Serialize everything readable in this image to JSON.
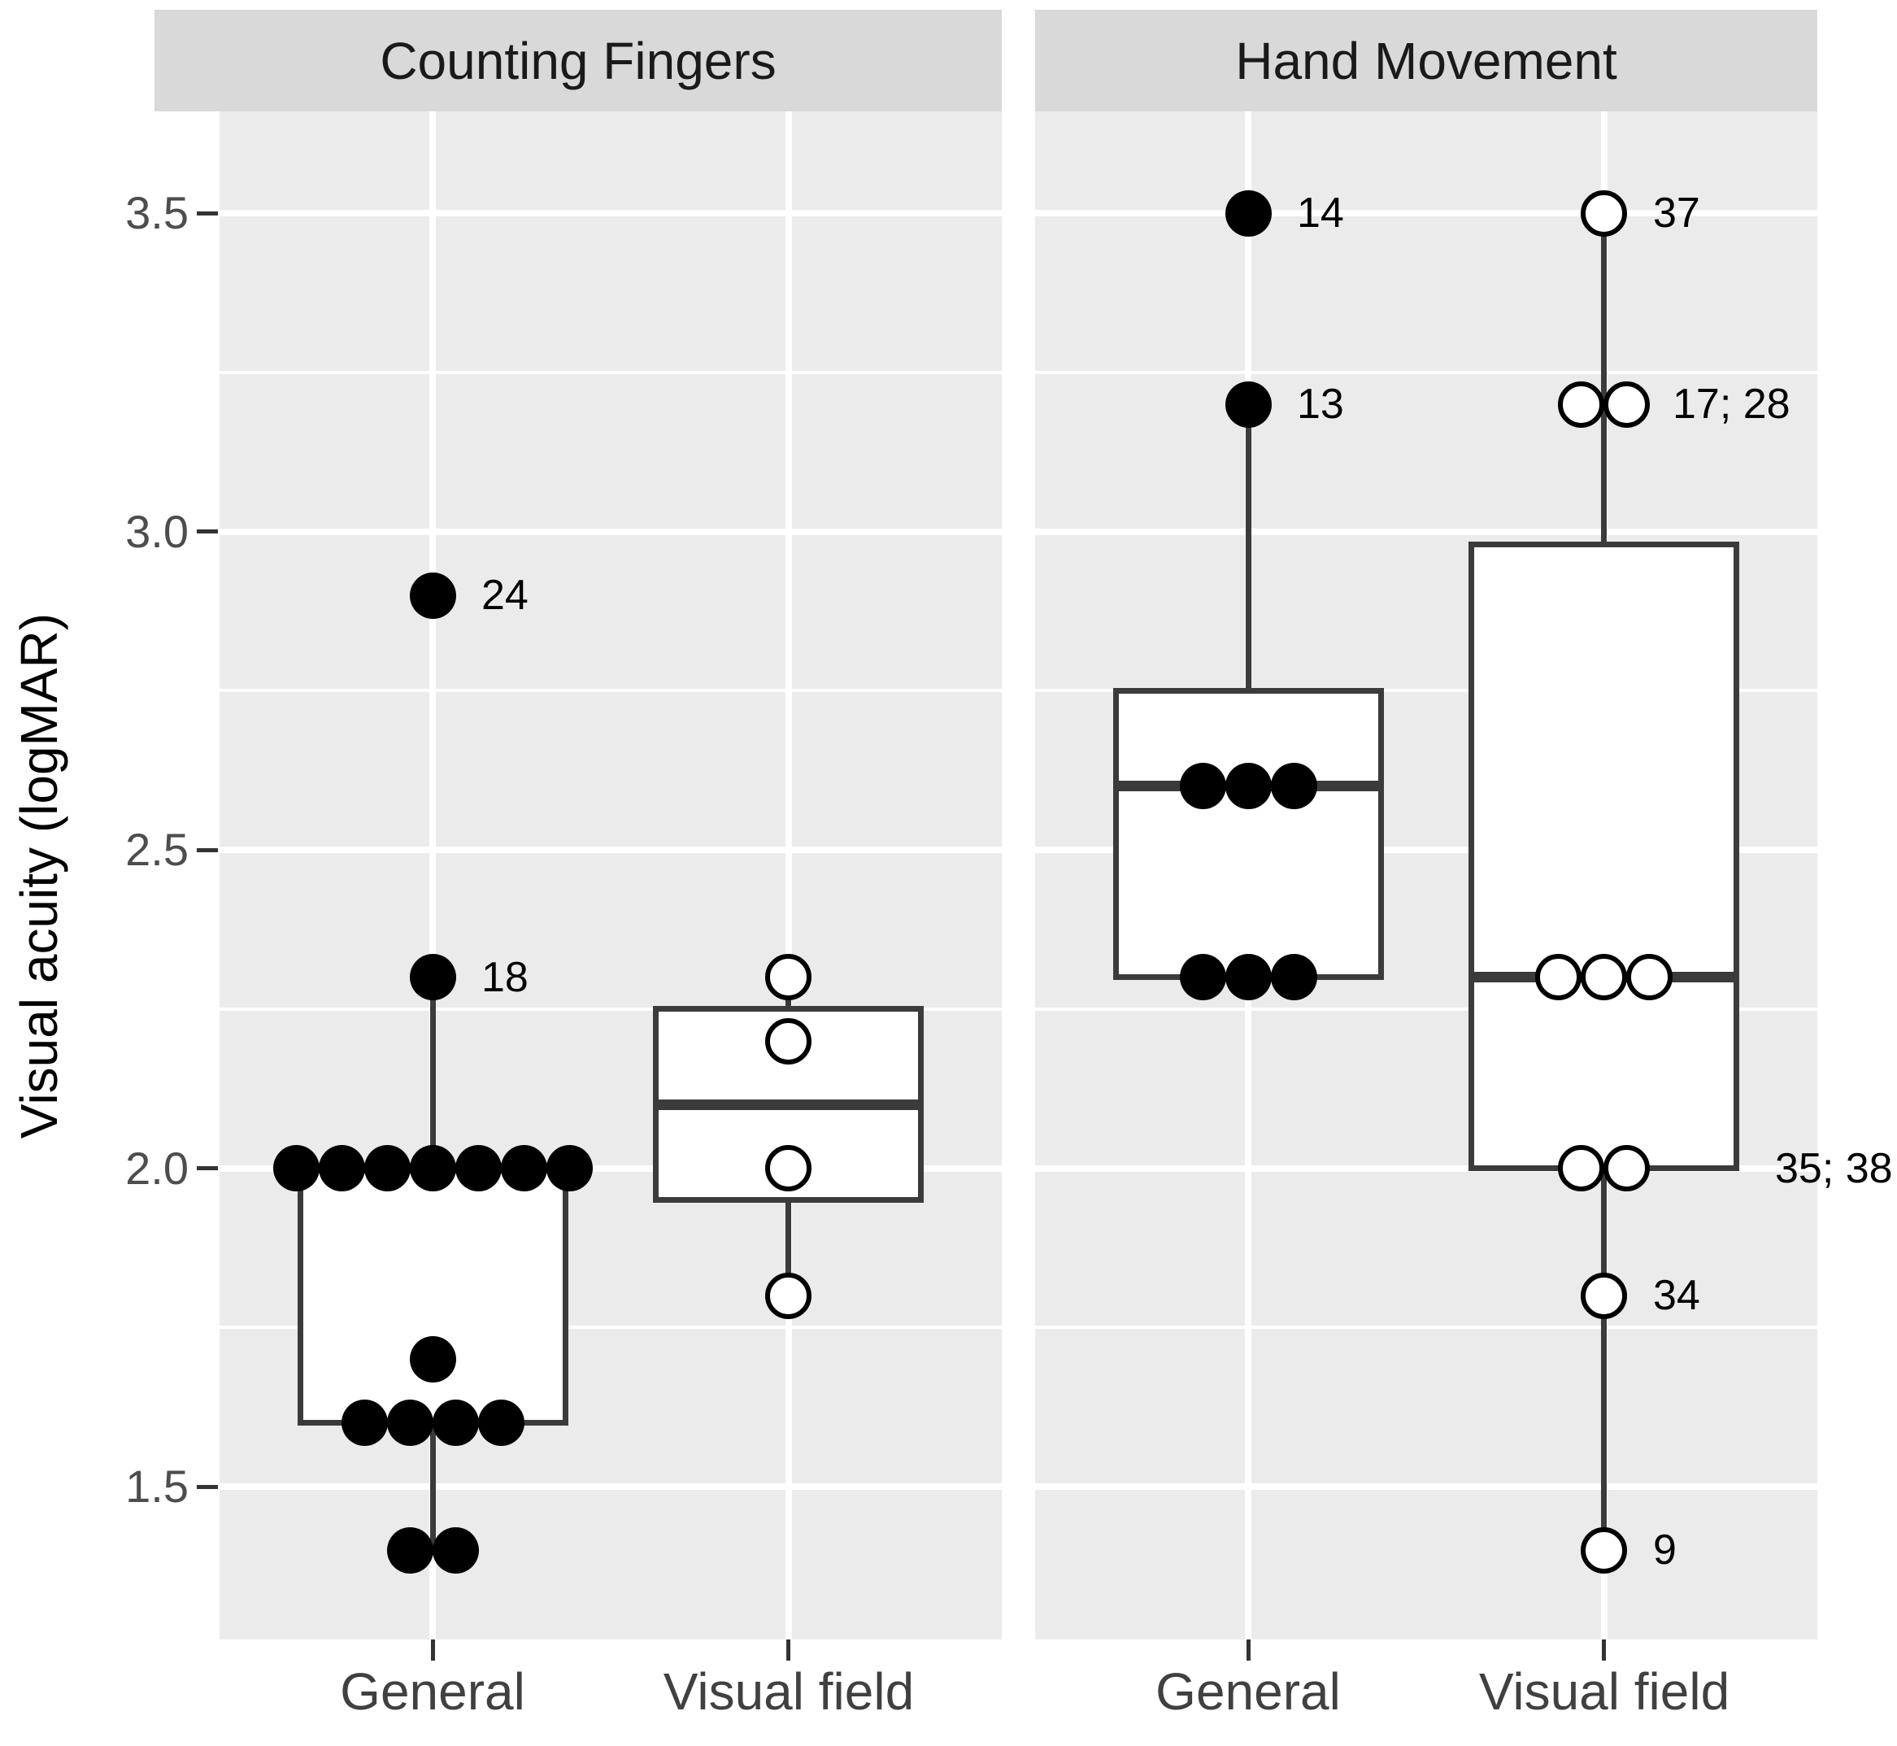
{
  "chart_data": {
    "type": "boxplot",
    "title": "",
    "ylabel": "Visual acuity (logMAR)",
    "xlabel": "",
    "y_ticks": [
      1.5,
      2.0,
      2.5,
      3.0,
      3.5
    ],
    "y_minor_gridlines": [
      1.25,
      1.75,
      2.25,
      2.75,
      3.25
    ],
    "ylim": [
      1.26,
      3.66
    ],
    "grid": "on",
    "legend": "none",
    "colors": {
      "panel_background": "#ebebeb",
      "strip_background": "#d9d9d9",
      "gridline": "#ffffff",
      "box_line": "#3b3b3b",
      "point": "#000000",
      "tick_text": "#4d4d4d"
    },
    "facets": [
      {
        "label": "Counting Fingers",
        "groups": [
          {
            "x_label": "General",
            "marker": "filled",
            "box": {
              "lower": 1.6,
              "median": 2.0,
              "upper": 2.0
            },
            "whiskers": [
              {
                "from": 2.0,
                "to": 2.3
              },
              {
                "from": 1.6,
                "to": 1.4
              }
            ],
            "points": [
              {
                "value": 2.9,
                "offsets": [
                  0
                ],
                "label": "24",
                "outlier": true
              },
              {
                "value": 2.3,
                "offsets": [
                  0
                ],
                "label": "18"
              },
              {
                "value": 2.0,
                "offsets": [
                  -3,
                  -2,
                  -1,
                  0,
                  1,
                  2,
                  3
                ]
              },
              {
                "value": 1.7,
                "offsets": [
                  0
                ]
              },
              {
                "value": 1.6,
                "offsets": [
                  -1.5,
                  -0.5,
                  0.5,
                  1.5
                ]
              },
              {
                "value": 1.4,
                "offsets": [
                  -0.5,
                  0.5
                ]
              }
            ]
          },
          {
            "x_label": "Visual field",
            "marker": "open",
            "box": {
              "lower": 1.95,
              "median": 2.1,
              "upper": 2.25
            },
            "whiskers": [
              {
                "from": 2.25,
                "to": 2.3
              },
              {
                "from": 1.95,
                "to": 1.8
              }
            ],
            "points": [
              {
                "value": 2.3,
                "offsets": [
                  0
                ]
              },
              {
                "value": 2.2,
                "offsets": [
                  0
                ]
              },
              {
                "value": 2.0,
                "offsets": [
                  0
                ]
              },
              {
                "value": 1.8,
                "offsets": [
                  0
                ]
              }
            ]
          }
        ]
      },
      {
        "label": "Hand Movement",
        "groups": [
          {
            "x_label": "General",
            "marker": "filled",
            "box": {
              "lower": 2.3,
              "median": 2.6,
              "upper": 2.75
            },
            "whiskers": [
              {
                "from": 2.75,
                "to": 3.2
              }
            ],
            "points": [
              {
                "value": 3.5,
                "offsets": [
                  0
                ],
                "label": "14",
                "outlier": true
              },
              {
                "value": 3.2,
                "offsets": [
                  0
                ],
                "label": "13"
              },
              {
                "value": 2.6,
                "offsets": [
                  -1,
                  0,
                  1
                ]
              },
              {
                "value": 2.3,
                "offsets": [
                  -1,
                  0,
                  1
                ]
              }
            ]
          },
          {
            "x_label": "Visual field",
            "marker": "open",
            "box": {
              "lower": 2.0,
              "median": 2.3,
              "upper": 2.98
            },
            "whiskers": [
              {
                "from": 2.98,
                "to": 3.5
              },
              {
                "from": 2.0,
                "to": 1.4
              }
            ],
            "points": [
              {
                "value": 3.5,
                "offsets": [
                  0
                ],
                "label": "37"
              },
              {
                "value": 3.2,
                "offsets": [
                  -0.5,
                  0.5
                ],
                "label": "17; 28",
                "label_dx": 84
              },
              {
                "value": 2.3,
                "offsets": [
                  -1,
                  0,
                  1
                ]
              },
              {
                "value": 2.0,
                "offsets": [
                  -0.5,
                  0.5
                ],
                "label": "35; 38",
                "label_dx": 210
              },
              {
                "value": 1.8,
                "offsets": [
                  0
                ],
                "label": "34"
              },
              {
                "value": 1.4,
                "offsets": [
                  0
                ],
                "label": "9"
              }
            ]
          }
        ]
      }
    ]
  }
}
